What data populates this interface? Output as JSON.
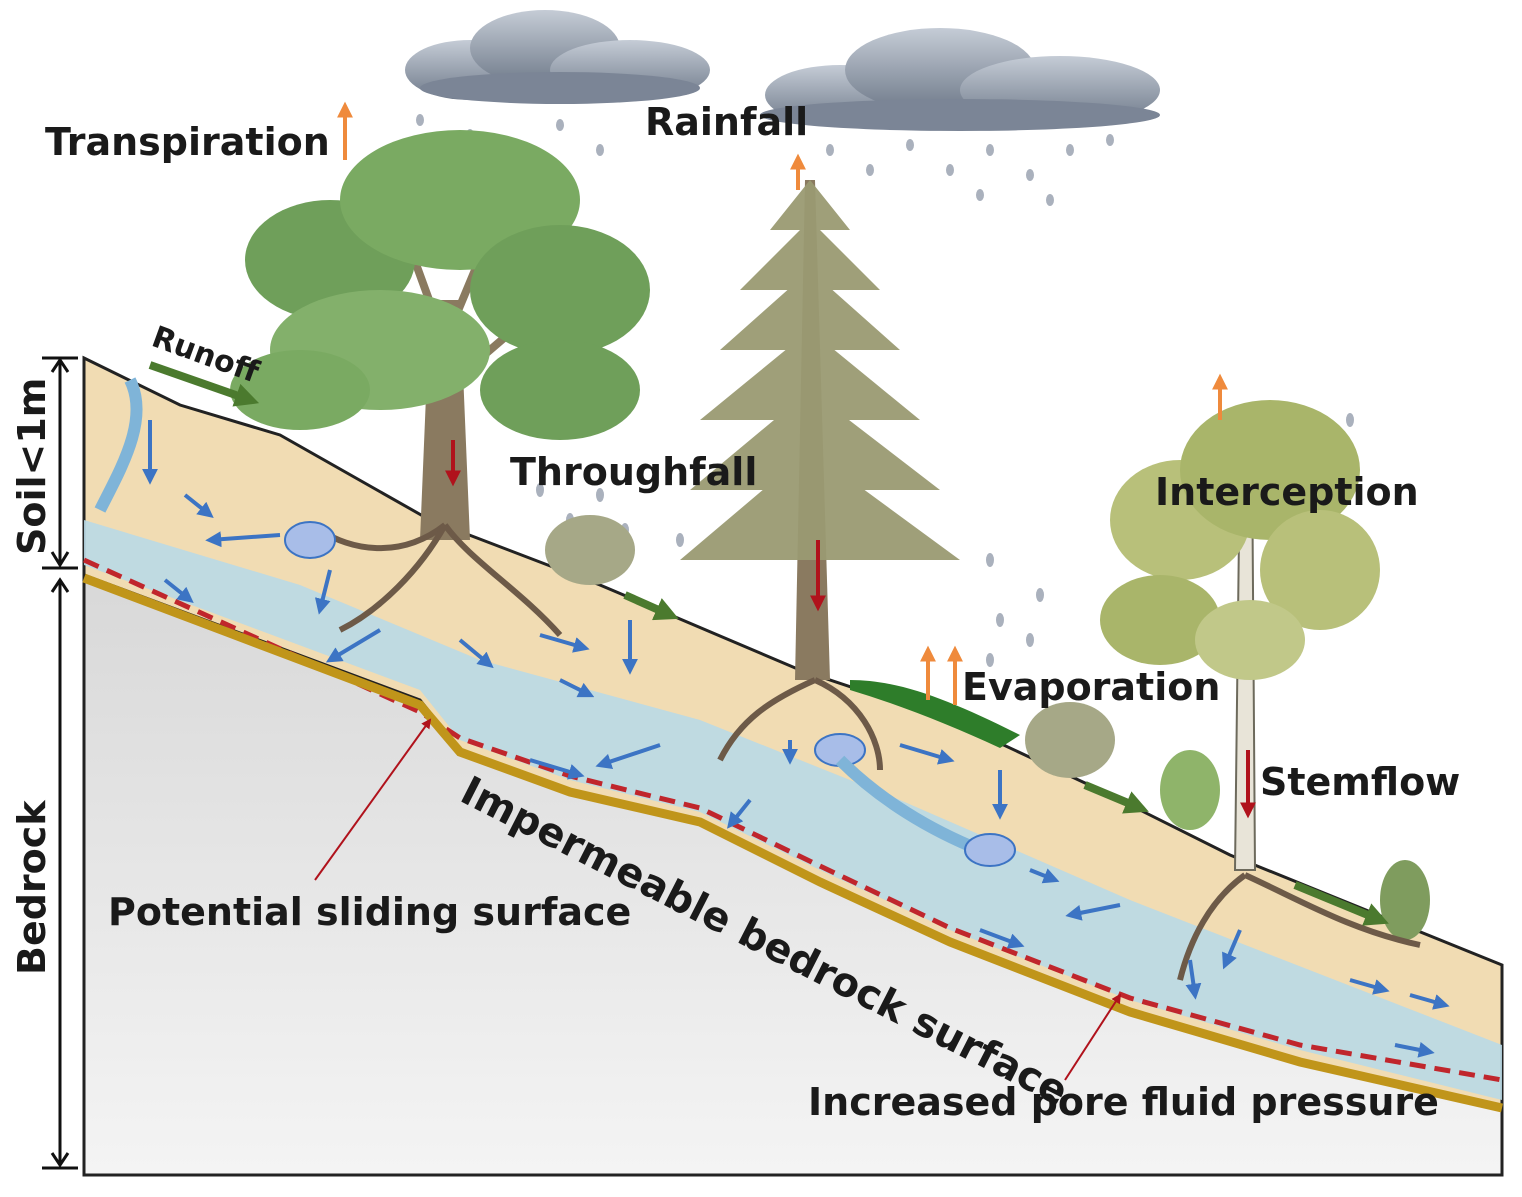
{
  "labels": {
    "transpiration": "Transpiration",
    "rainfall": "Rainfall",
    "runoff": "Runoff",
    "throughfall": "Throughfall",
    "interception": "Interception",
    "evaporation": "Evaporation",
    "stemflow": "Stemflow",
    "soil_depth": "Soil<1m",
    "bedrock": "Bedrock",
    "potential_sliding_surface": "Potential sliding surface",
    "impermeable_bedrock_surface": "Impermeable bedrock surface",
    "increased_pore_fluid_pressure": "Increased pore fluid pressure"
  },
  "colors": {
    "soil": "#f1dcb3",
    "bedrock": "#e4e4e4",
    "saturated_zone": "#b9d9e6",
    "bedrock_line": "#c0951a",
    "sliding_surface": "#c0262c",
    "water_flow": "#3c74c4",
    "runoff_arrow": "#4b7a2e",
    "evaporation_arrow": "#ef8a3c",
    "stemflow_arrow": "#b0121c",
    "tree_green": "#6f9f5a",
    "conifer": "#9a9a72",
    "birch": "#b8c07a",
    "cloud": "#8f99a8"
  }
}
